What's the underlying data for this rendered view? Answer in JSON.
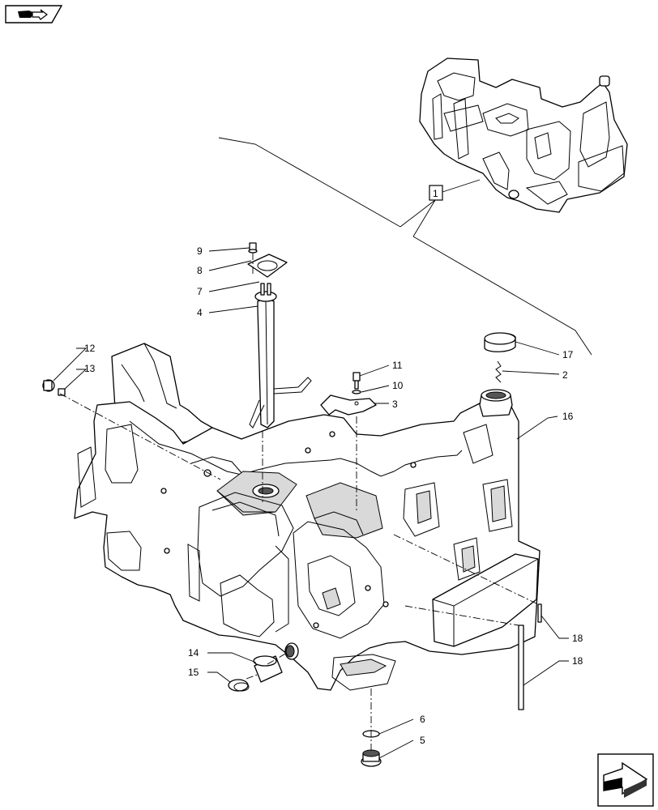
{
  "callouts": {
    "ref1": "1",
    "c2": "2",
    "c3": "3",
    "c4": "4",
    "c5": "5",
    "c6": "6",
    "c7": "7",
    "c8": "8",
    "c9": "9",
    "c10": "10",
    "c11": "11",
    "c12": "12",
    "c13": "13",
    "c14": "14",
    "c15": "15",
    "c16": "16",
    "c17": "17",
    "c18a": "18",
    "c18b": "18"
  },
  "icons": {
    "top_left": "book-arrow-icon",
    "bottom_right": "next-page-arrow-icon"
  }
}
